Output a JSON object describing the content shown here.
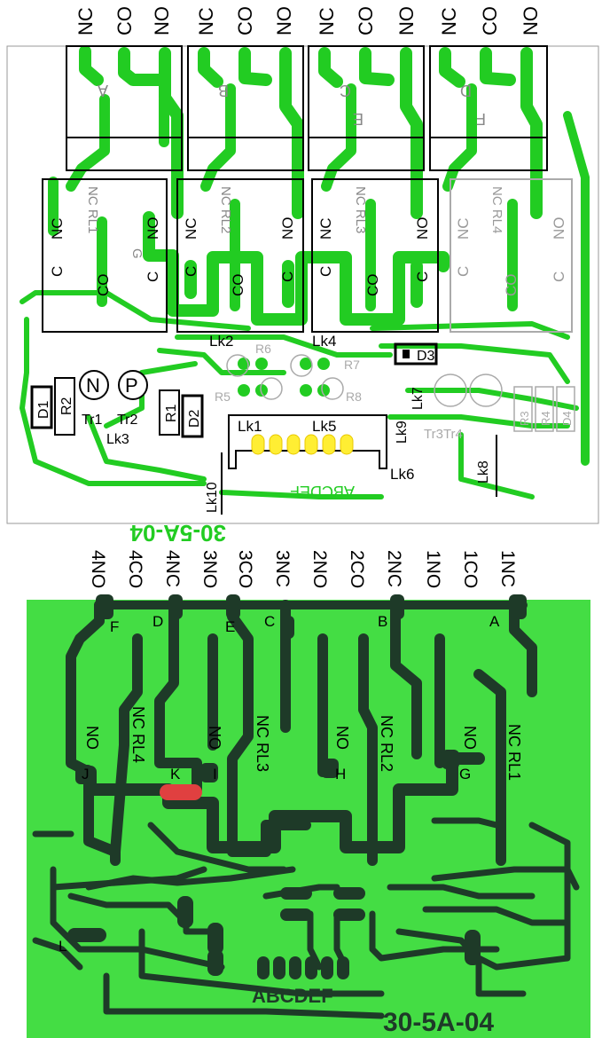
{
  "top_view": {
    "terminal_labels": [
      "NC",
      "CO",
      "NO",
      "NC",
      "CO",
      "NO",
      "NC",
      "CO",
      "NO",
      "NC",
      "CO",
      "NO"
    ],
    "relay_block_labels": [
      "A",
      "B",
      "C",
      "E",
      "D",
      "F"
    ],
    "relays": [
      {
        "name": "NC RL1",
        "pins": {
          "nc": "NC",
          "c": "C",
          "co": "CO",
          "no": "NO",
          "c2": "C"
        }
      },
      {
        "name": "NC RL2",
        "pins": {
          "nc": "NC",
          "c": "C",
          "co": "CO",
          "no": "NO",
          "c2": "C"
        }
      },
      {
        "name": "NC RL3",
        "pins": {
          "nc": "NC",
          "c": "C",
          "co": "CO",
          "no": "NO",
          "c2": "C"
        }
      },
      {
        "name": "NC RL4",
        "pins": {
          "nc": "NC",
          "c": "C",
          "co": "CO",
          "no": "NO",
          "c2": "C"
        }
      }
    ],
    "pad_letter": "G",
    "component_labels": {
      "lk1": "Lk1",
      "lk2": "Lk2",
      "lk3": "Lk3",
      "lk4": "Lk4",
      "lk5": "Lk5",
      "lk6": "Lk6",
      "lk7": "Lk7",
      "lk8": "Lk8",
      "lk9": "Lk9",
      "lk10": "Lk10",
      "tr1": "Tr1",
      "tr2": "Tr2",
      "tr3_tr4": "Tr3Tr4",
      "d1": "D1",
      "d2": "D2",
      "d3": "D3",
      "d4": "D4",
      "r1": "R1",
      "r2": "R2",
      "r3": "R3",
      "r4": "R4",
      "r5": "R5",
      "r6": "R6",
      "r7": "R7",
      "r8": "R8",
      "n_circle": "N",
      "p_circle": "P"
    },
    "connector_text": "ABCDEF",
    "board_code_mirrored": "30-5A-04"
  },
  "bottom_view": {
    "terminal_labels": [
      "4NO",
      "4CO",
      "4NC",
      "3NO",
      "3CO",
      "3NC",
      "2NO",
      "2CO",
      "2NC",
      "1NO",
      "1CO",
      "1NC"
    ],
    "pad_letters": [
      "F",
      "D",
      "E",
      "C",
      "B",
      "A",
      "J",
      "K",
      "I",
      "H",
      "G",
      "L"
    ],
    "relay_labels": [
      "NC RL4",
      "NC RL3",
      "NC RL2",
      "NC RL1"
    ],
    "no_labels": [
      "NO",
      "NO",
      "NO",
      "NO"
    ],
    "connector_text": "ABCDEF",
    "board_code": "30-5A-04"
  },
  "colors": {
    "copper_top": "#22cc22",
    "board_bottom": "#44dd44",
    "trace_bottom": "#1e3a28",
    "silk": "#000000",
    "faded_silk": "#aaaaaa",
    "link_pads": "#ffee33",
    "highlight_pad": "#e04040"
  }
}
